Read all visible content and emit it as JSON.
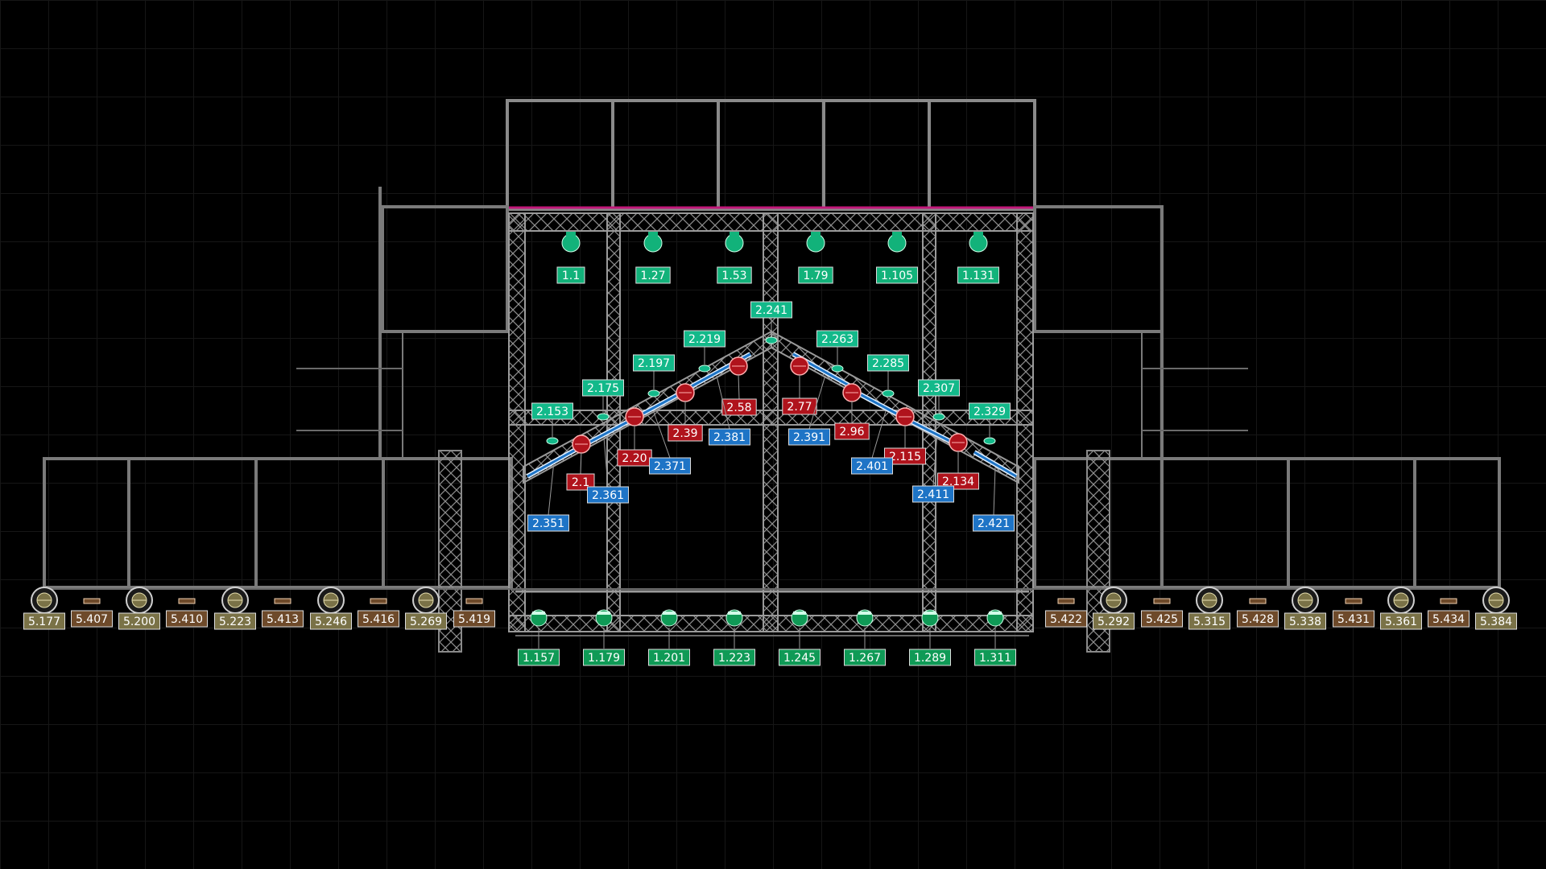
{
  "labels": {
    "green_top": [
      "1.1",
      "1.27",
      "1.53",
      "1.79",
      "1.105",
      "1.131"
    ],
    "green_bottom": [
      "1.157",
      "1.179",
      "1.201",
      "1.223",
      "1.245",
      "1.267",
      "1.289",
      "1.311"
    ],
    "teal_diag": [
      "2.153",
      "2.175",
      "2.197",
      "2.219",
      "2.241",
      "2.263",
      "2.285",
      "2.307",
      "2.329"
    ],
    "red_heads": [
      "2.1",
      "2.20",
      "2.39",
      "2.58",
      "2.77",
      "2.96",
      "2.115",
      "2.134"
    ],
    "blue_bars": [
      "2.351",
      "2.361",
      "2.371",
      "2.381",
      "2.391",
      "2.401",
      "2.411",
      "2.421"
    ],
    "floor_wash": [
      "5.177",
      "5.200",
      "5.223",
      "5.246",
      "5.269",
      "5.292",
      "5.315",
      "5.338",
      "5.361",
      "5.384"
    ],
    "floor_strip": [
      "5.407",
      "5.410",
      "5.413",
      "5.416",
      "5.419",
      "5.422",
      "5.425",
      "5.428",
      "5.431",
      "5.434"
    ]
  },
  "colors": {
    "green_top": "#12b27a",
    "green_bottom": "#0f9a56",
    "teal": "#13b98a",
    "red": "#b0131c",
    "blue": "#1e74c6",
    "olive": "#7a7247",
    "brown": "#6e4a2a",
    "truss": "#9a9a9a",
    "structure": "#8a8a8a",
    "magenta": "#c2187a"
  }
}
